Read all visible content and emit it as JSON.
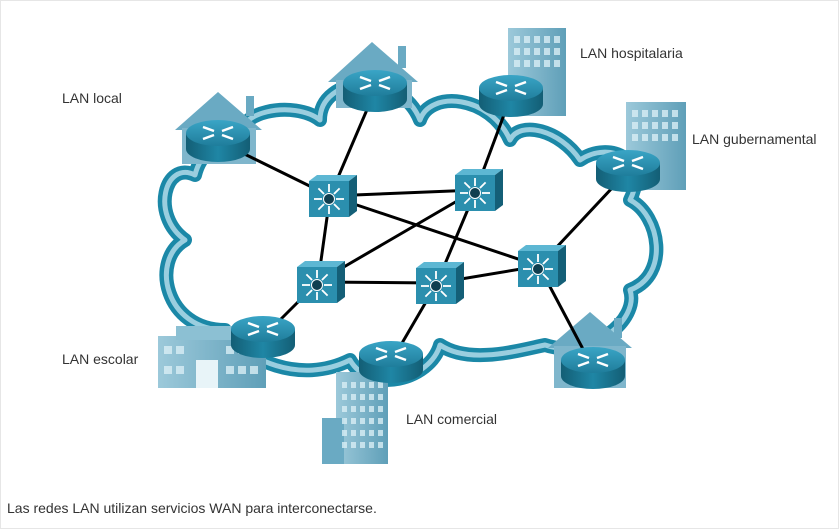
{
  "labels": {
    "local": "LAN local",
    "hospital": "LAN hospitalaria",
    "gov": "LAN gubernamental",
    "school": "LAN escolar",
    "commercial": "LAN comercial"
  },
  "caption": "Las redes LAN utilizan servicios WAN para interconectarse.",
  "colors": {
    "cloud_outer": "#1b88a7",
    "cloud_inner": "#a9d6e6",
    "device": "#2b8fae",
    "device_dark": "#1d6f88",
    "building": "#7fb6cc",
    "link": "#000000"
  },
  "icons": {
    "router": "router-icon",
    "multilayer_switch": "multilayer-switch-icon",
    "house": "house-icon",
    "building": "office-building-icon",
    "school": "school-building-icon",
    "skyscraper": "skyscraper-icon"
  }
}
